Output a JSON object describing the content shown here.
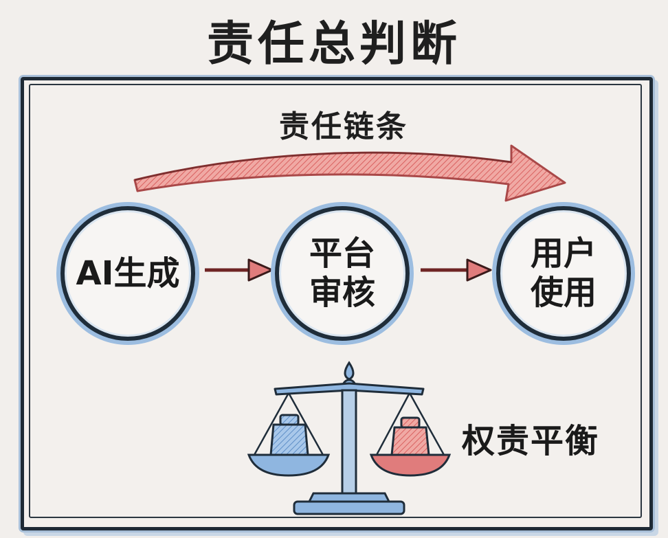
{
  "title": "责任总判断",
  "chain_label": "责任链条",
  "nodes": [
    {
      "lines": [
        "AI生成"
      ]
    },
    {
      "lines": [
        "平台",
        "审核"
      ]
    },
    {
      "lines": [
        "用户",
        "使用"
      ]
    }
  ],
  "balance_label": "权责平衡",
  "colors": {
    "ink": "#1f2d3a",
    "accent_red": "#e07c7c",
    "accent_blue": "#8fb6e0",
    "paper": "#f3f0ed"
  },
  "icons": [
    "chain-arrow-icon",
    "flow-arrow-icon",
    "scale-icon",
    "weight-icon"
  ]
}
